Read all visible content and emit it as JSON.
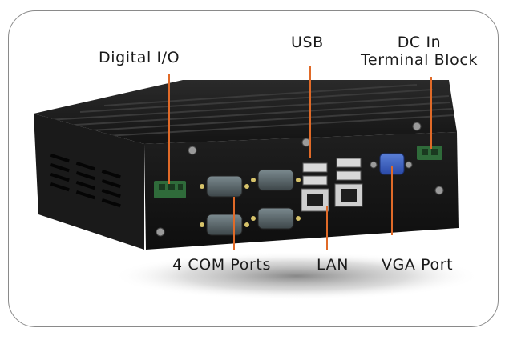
{
  "labels": {
    "digital_io": "Digital I/O",
    "usb": "USB",
    "dc_in_line1": "DC In",
    "dc_in_line2": "Terminal Block",
    "com_ports": "4 COM Ports",
    "lan": "LAN",
    "vga_port": "VGA Port"
  },
  "colors": {
    "leader_line": "#e06a28",
    "chassis": "#1b1b1b",
    "frame_border": "#8a8a8a"
  }
}
